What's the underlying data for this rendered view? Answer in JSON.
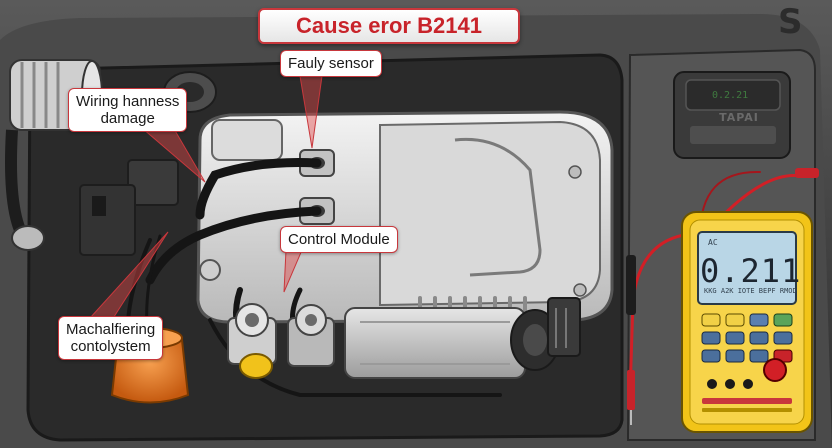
{
  "title": "Cause eror B2141",
  "callouts": {
    "faulty_sensor": "Fauly sensor",
    "wiring_line1": "Wiring hanness",
    "wiring_line2": "damage",
    "control_module": "Control Module",
    "mach_line1": "Machalfiering",
    "mach_line2": "contolystem"
  },
  "multimeter": {
    "reading": "0.211",
    "top_indicator": "AC",
    "bottom_indicator": "KKG A2K  IOTE    BEPF RMOD"
  },
  "device": {
    "brand": "TAPAI",
    "screen_text": "0.2.21"
  },
  "corner_mark": "S",
  "colors": {
    "accent_red": "#c8373c",
    "multimeter_yellow": "#f2c418",
    "lcd_blue": "#b9d6e6",
    "reservoir_orange": "#e97a1e",
    "cap_yellow": "#f1c21b"
  },
  "icons": [
    "probe-icon",
    "button-grid-icon"
  ]
}
